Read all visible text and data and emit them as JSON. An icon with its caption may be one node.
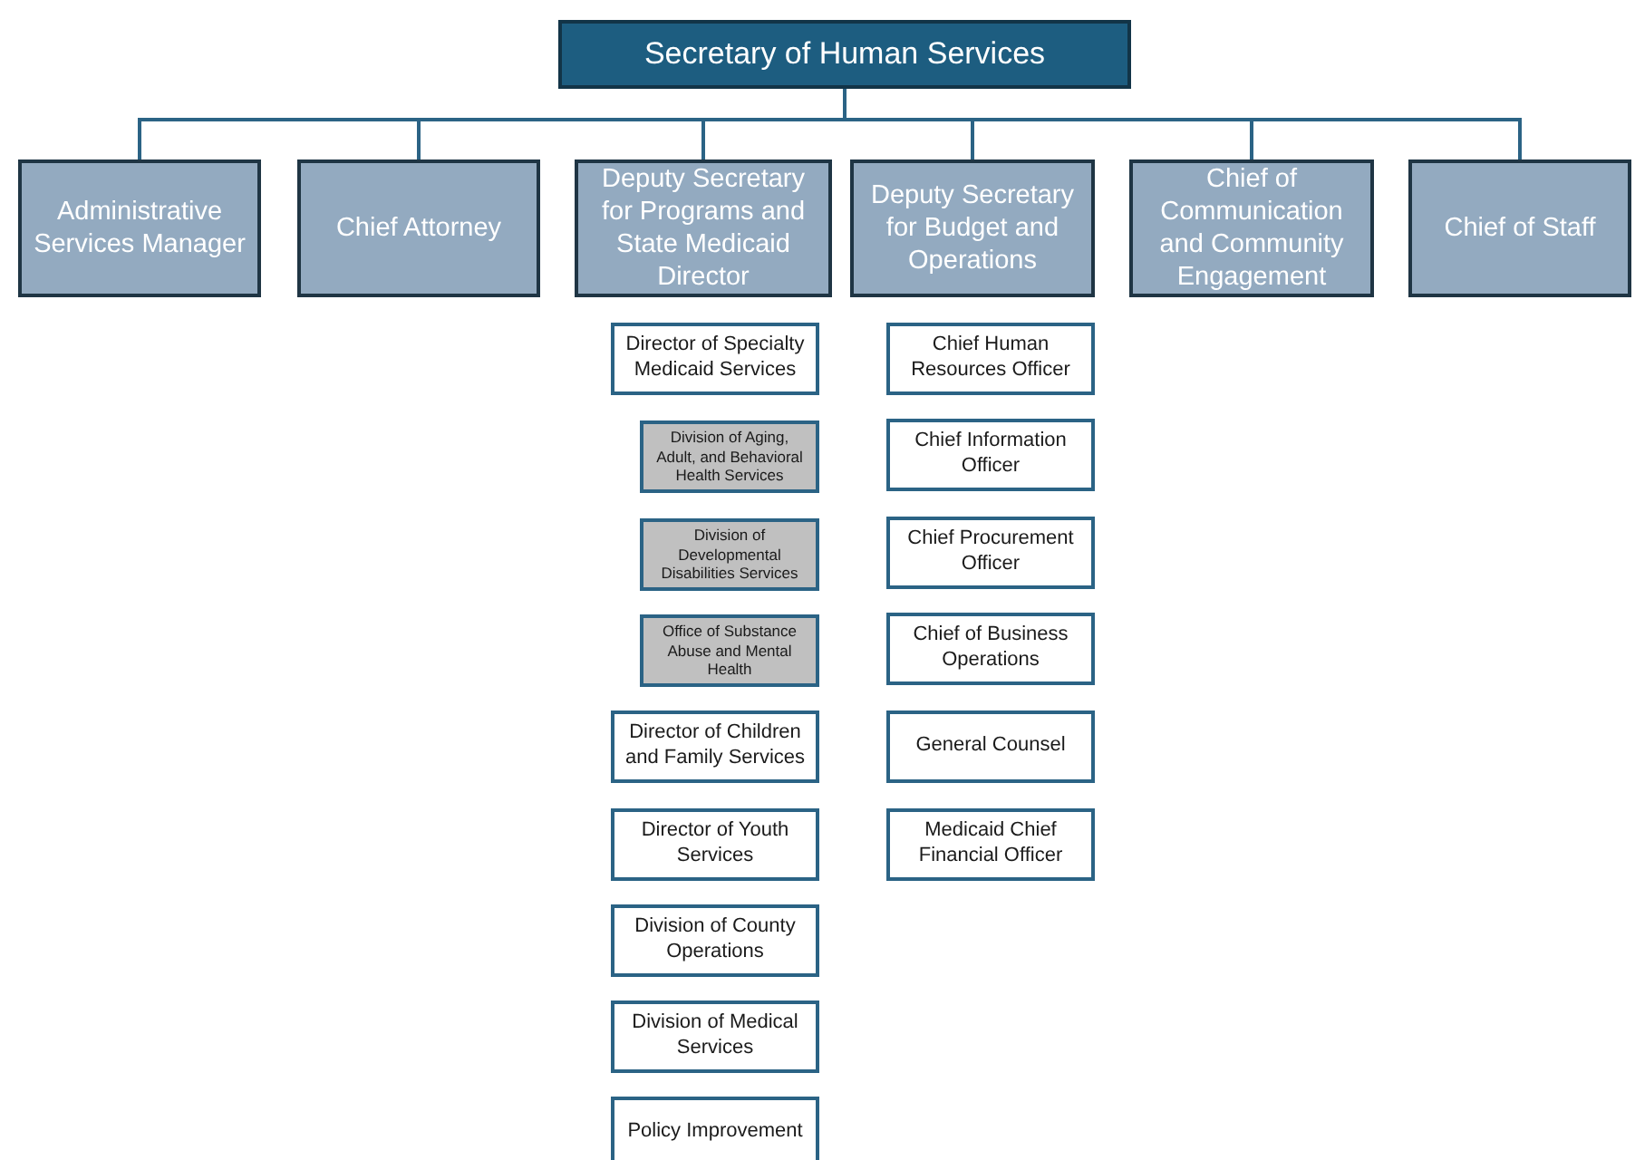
{
  "diagram": {
    "nodes": [
      {
        "text": [
          "Secretary of Human Services"
        ]
      },
      {
        "text": [
          "Administrative Services Manager"
        ]
      },
      {
        "text": [
          "Chief Attorney"
        ]
      },
      {
        "text": [
          "Deputy Secretary for Programs and State Medicaid Director"
        ]
      },
      {
        "text": [
          "Deputy Secretary for Budget and Operations"
        ]
      },
      {
        "text": [
          "Chief of Communication and Community Engagement"
        ]
      },
      {
        "text": [
          "Chief of Staff"
        ]
      },
      {
        "text": [
          "Director of Specialty Medicaid Services"
        ]
      },
      {
        "text": [
          "Division of Aging, Adult, and Behavioral Health Services"
        ]
      },
      {
        "text": [
          "Division of Developmental Disabilities Services"
        ]
      },
      {
        "text": [
          "Office of Substance Abuse and Mental Health"
        ]
      },
      {
        "text": [
          "Director of Children and Family Services"
        ]
      },
      {
        "text": [
          "Director of Youth Services"
        ]
      },
      {
        "text": [
          "Division of County Operations"
        ]
      },
      {
        "text": [
          "Division of Medical Services"
        ]
      },
      {
        "text": [
          "Policy Improvement"
        ]
      },
      {
        "text": [
          "Chief Human Resources Officer"
        ]
      },
      {
        "text": [
          "Chief Information Officer"
        ]
      },
      {
        "text": [
          "Chief Procurement Officer"
        ]
      },
      {
        "text": [
          "Chief of Business Operations"
        ]
      },
      {
        "text": [
          "General Counsel"
        ]
      },
      {
        "text": [
          "Medicaid Chief Financial Officer"
        ]
      }
    ],
    "edges": [
      {
        "from": 0,
        "to": 1,
        "arrow": "none"
      },
      {
        "from": 0,
        "to": 2,
        "arrow": "none"
      },
      {
        "from": 0,
        "to": 3,
        "arrow": "none"
      },
      {
        "from": 0,
        "to": 4,
        "arrow": "none"
      },
      {
        "from": 0,
        "to": 5,
        "arrow": "none"
      },
      {
        "from": 0,
        "to": 6,
        "arrow": "none"
      }
    ]
  }
}
